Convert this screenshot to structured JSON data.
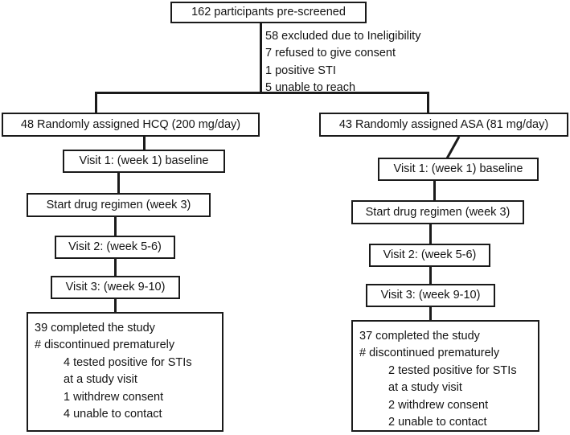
{
  "diagram": {
    "title": "162 participants pre-screened",
    "type": "participant-flow-diagram",
    "colors": {
      "line": "#1a1a1a",
      "box_border": "#1a1a1a",
      "background": "#ffffff",
      "text": "#141414"
    }
  },
  "enrollment": {
    "prescreened_label": "162 participants pre-screened"
  },
  "exclusions": {
    "items": [
      "58 excluded due to Ineligibility",
      "7 refused to give consent",
      "1 positive STI",
      "5 unable to reach"
    ]
  },
  "arms": {
    "left": {
      "allocation_label": "48 Randomly assigned HCQ (200  mg/day)",
      "visit1_label": "Visit 1: (week 1) baseline",
      "start_drug_label": "Start drug regimen (week 3)",
      "visit2_label": "Visit 2: (week 5-6)",
      "visit3_label": "Visit 3: (week 9-10)",
      "outcome": {
        "completed": "39 completed the study",
        "discontinued_header": "# discontinued prematurely",
        "details": [
          {
            "text": "4 tested positive for STIs",
            "indent": true
          },
          {
            "text": "at a study visit",
            "indent": true
          },
          {
            "text": "1 withdrew consent",
            "indent": true
          },
          {
            "text": "4 unable to contact",
            "indent": true
          }
        ]
      }
    },
    "right": {
      "allocation_label": "43 Randomly assigned ASA (81  mg/day)",
      "visit1_label": "Visit 1: (week 1) baseline",
      "start_drug_label": "Start drug regimen (week 3)",
      "visit2_label": "Visit 2: (week 5-6)",
      "visit3_label": "Visit 3: (week 9-10)",
      "outcome": {
        "completed": "37 completed the study",
        "discontinued_header": "# discontinued prematurely",
        "details": [
          {
            "text": "2 tested positive for STIs",
            "indent": true
          },
          {
            "text": "at a study visit",
            "indent": true
          },
          {
            "text": "2 withdrew consent",
            "indent": true
          },
          {
            "text": "2 unable to contact",
            "indent": true
          }
        ]
      }
    }
  }
}
